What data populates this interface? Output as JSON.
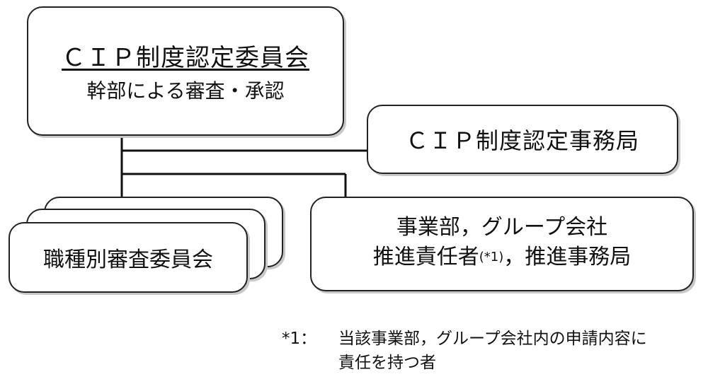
{
  "committee": {
    "title": "ＣＩＰ制度認定委員会",
    "subtitle": "幹部による審査・承認"
  },
  "office": {
    "label": "ＣＩＰ制度認定事務局"
  },
  "review": {
    "label": "職種別審査委員会"
  },
  "division": {
    "line1": "事業部，グループ会社",
    "line2_text": "推進責任者",
    "line2_mark": "(*1)",
    "line2_tail": "，推進事務局"
  },
  "footnote": {
    "mark": "*1：",
    "line1": "当該事業部，グループ会社内の申請内容に",
    "line2": "責任を持つ者"
  }
}
